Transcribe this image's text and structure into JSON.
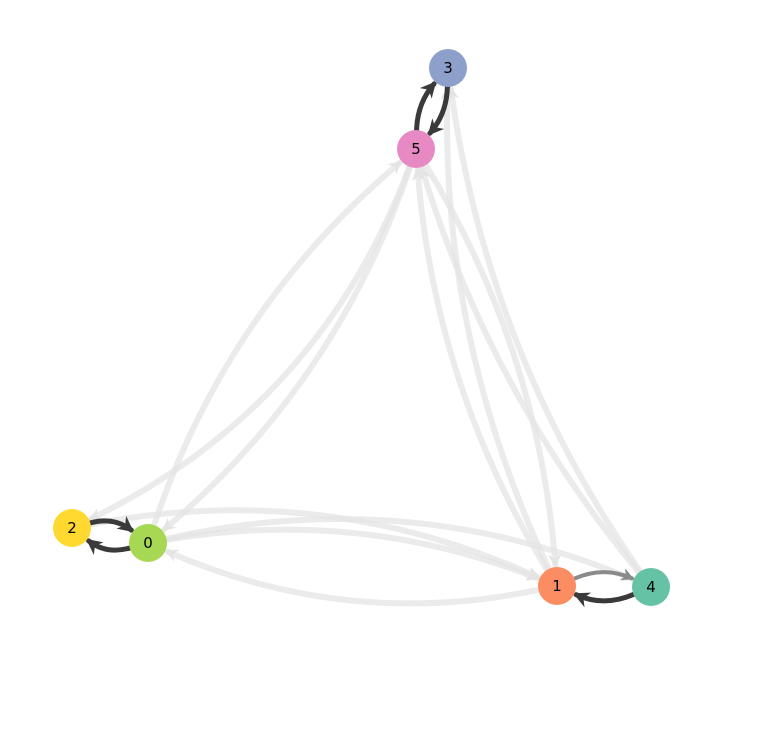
{
  "graph": {
    "type": "directed-graph",
    "nodes": [
      {
        "id": "0",
        "label": "0",
        "color": "#a6d854"
      },
      {
        "id": "1",
        "label": "1",
        "color": "#fc8d62"
      },
      {
        "id": "2",
        "label": "2",
        "color": "#ffd92f"
      },
      {
        "id": "3",
        "label": "3",
        "color": "#8da0cb"
      },
      {
        "id": "4",
        "label": "4",
        "color": "#66c2a5"
      },
      {
        "id": "5",
        "label": "5",
        "color": "#e78ac3"
      }
    ],
    "edges": [
      {
        "source": "2",
        "target": "0",
        "weight": "strong"
      },
      {
        "source": "0",
        "target": "2",
        "weight": "strong"
      },
      {
        "source": "5",
        "target": "3",
        "weight": "strong"
      },
      {
        "source": "3",
        "target": "5",
        "weight": "strong"
      },
      {
        "source": "4",
        "target": "1",
        "weight": "strong"
      },
      {
        "source": "1",
        "target": "4",
        "weight": "medium"
      },
      {
        "source": "5",
        "target": "2",
        "weight": "weak"
      },
      {
        "source": "5",
        "target": "0",
        "weight": "weak"
      },
      {
        "source": "0",
        "target": "5",
        "weight": "weak"
      },
      {
        "source": "1",
        "target": "5",
        "weight": "weak"
      },
      {
        "source": "5",
        "target": "1",
        "weight": "weak"
      },
      {
        "source": "4",
        "target": "5",
        "weight": "weak"
      },
      {
        "source": "1",
        "target": "3",
        "weight": "weak"
      },
      {
        "source": "4",
        "target": "3",
        "weight": "weak"
      },
      {
        "source": "2",
        "target": "1",
        "weight": "weak"
      },
      {
        "source": "1",
        "target": "0",
        "weight": "weak"
      },
      {
        "source": "0",
        "target": "1",
        "weight": "weak"
      },
      {
        "source": "0",
        "target": "4",
        "weight": "weak"
      }
    ],
    "colors": {
      "strong": "#3a3a3a",
      "medium": "#8a8a8a",
      "weak": "#e4e4e4"
    }
  }
}
